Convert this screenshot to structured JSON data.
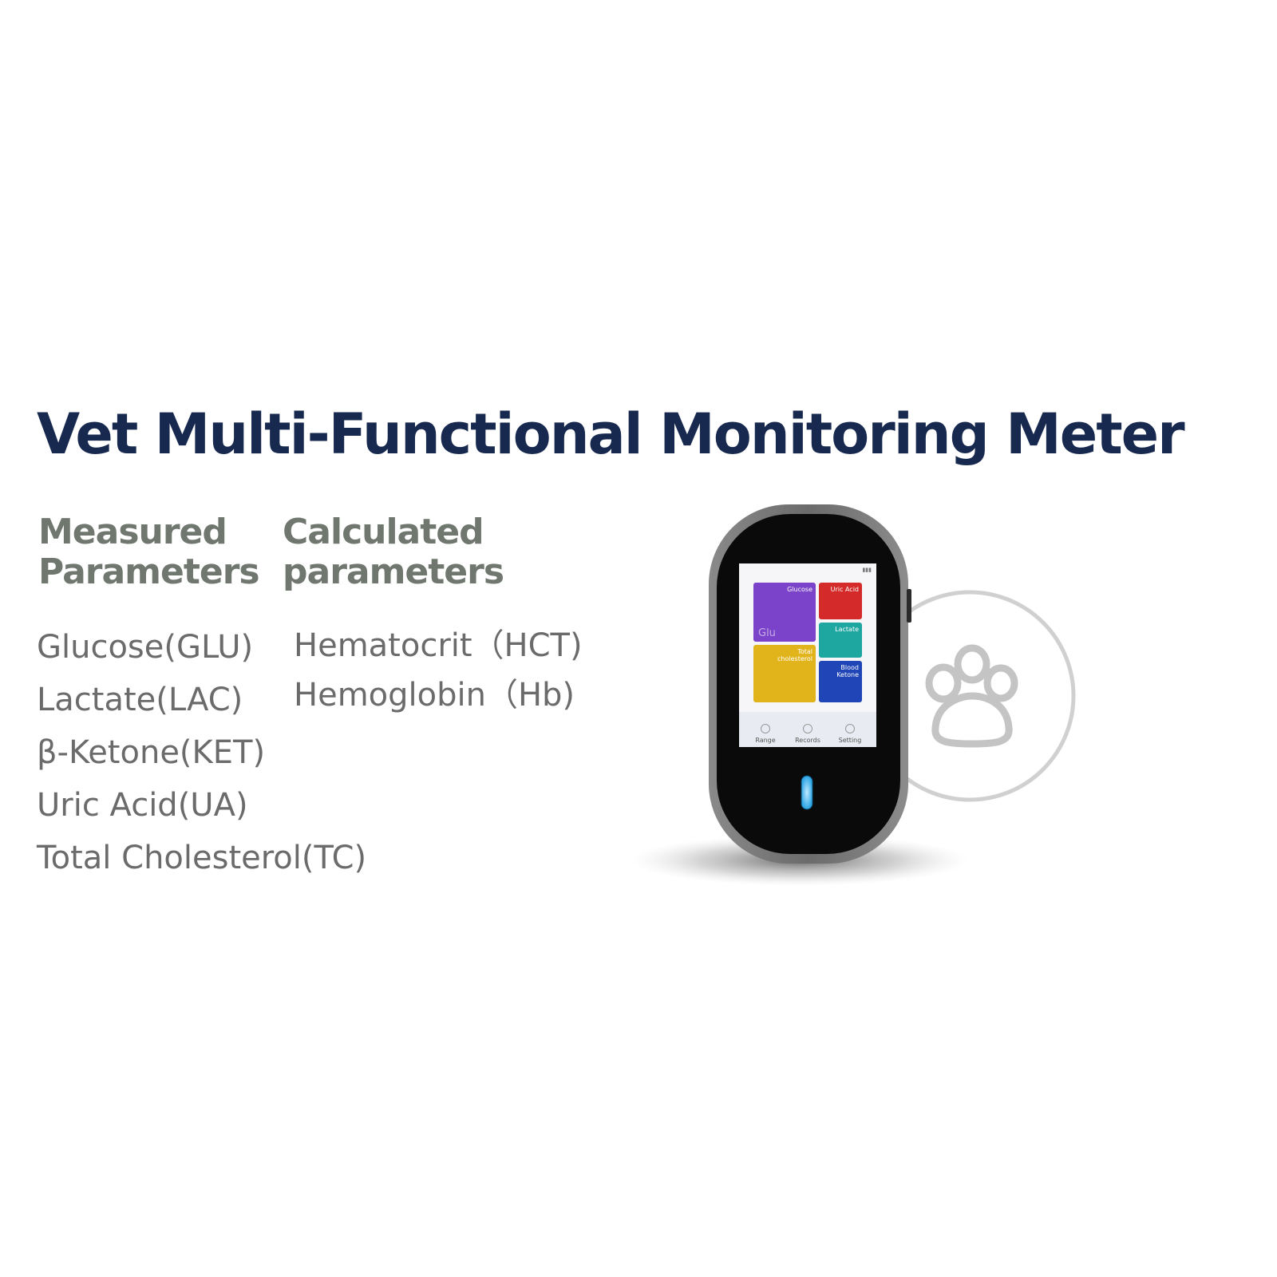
{
  "title": "Vet Multi-Functional Monitoring Meter",
  "measured": {
    "heading_line1": "Measured",
    "heading_line2": "Parameters",
    "items": [
      "Glucose(GLU)",
      "Lactate(LAC)",
      "β-Ketone(KET)",
      "Uric Acid(UA)",
      "Total Cholesterol(TC)"
    ]
  },
  "calculated": {
    "heading_line1": "Calculated",
    "heading_line2": "parameters",
    "items": [
      "Hematocrit（HCT)",
      "Hemoglobin（Hb)"
    ]
  },
  "device_screen": {
    "tiles": {
      "glucose": {
        "label": "Glucose",
        "abbr": "Glu",
        "color": "#7b43c9"
      },
      "uric_acid": {
        "label": "Uric Acid",
        "color": "#d42a2a"
      },
      "lactate": {
        "label": "Lactate",
        "color": "#1ea6a0"
      },
      "total_cholesterol": {
        "label_line1": "Total",
        "label_line2": "cholesterol",
        "color": "#e1b41c"
      },
      "blood_ketone": {
        "label_line1": "Blood",
        "label_line2": "Ketone",
        "color": "#1f45b6"
      }
    },
    "nav": {
      "range": "Range",
      "records": "Records",
      "setting": "Setting"
    }
  },
  "icons": {
    "paw": "paw-print-icon",
    "indicator": "indicator-light"
  },
  "colors": {
    "title": "#17294f",
    "heading": "#6f776f",
    "body_text": "#6b6b6b",
    "device_body": "#6e6e6e",
    "device_face": "#0a0a0a",
    "indicator": "#2fa7e6",
    "paw_outline": "#c4c4c4"
  }
}
